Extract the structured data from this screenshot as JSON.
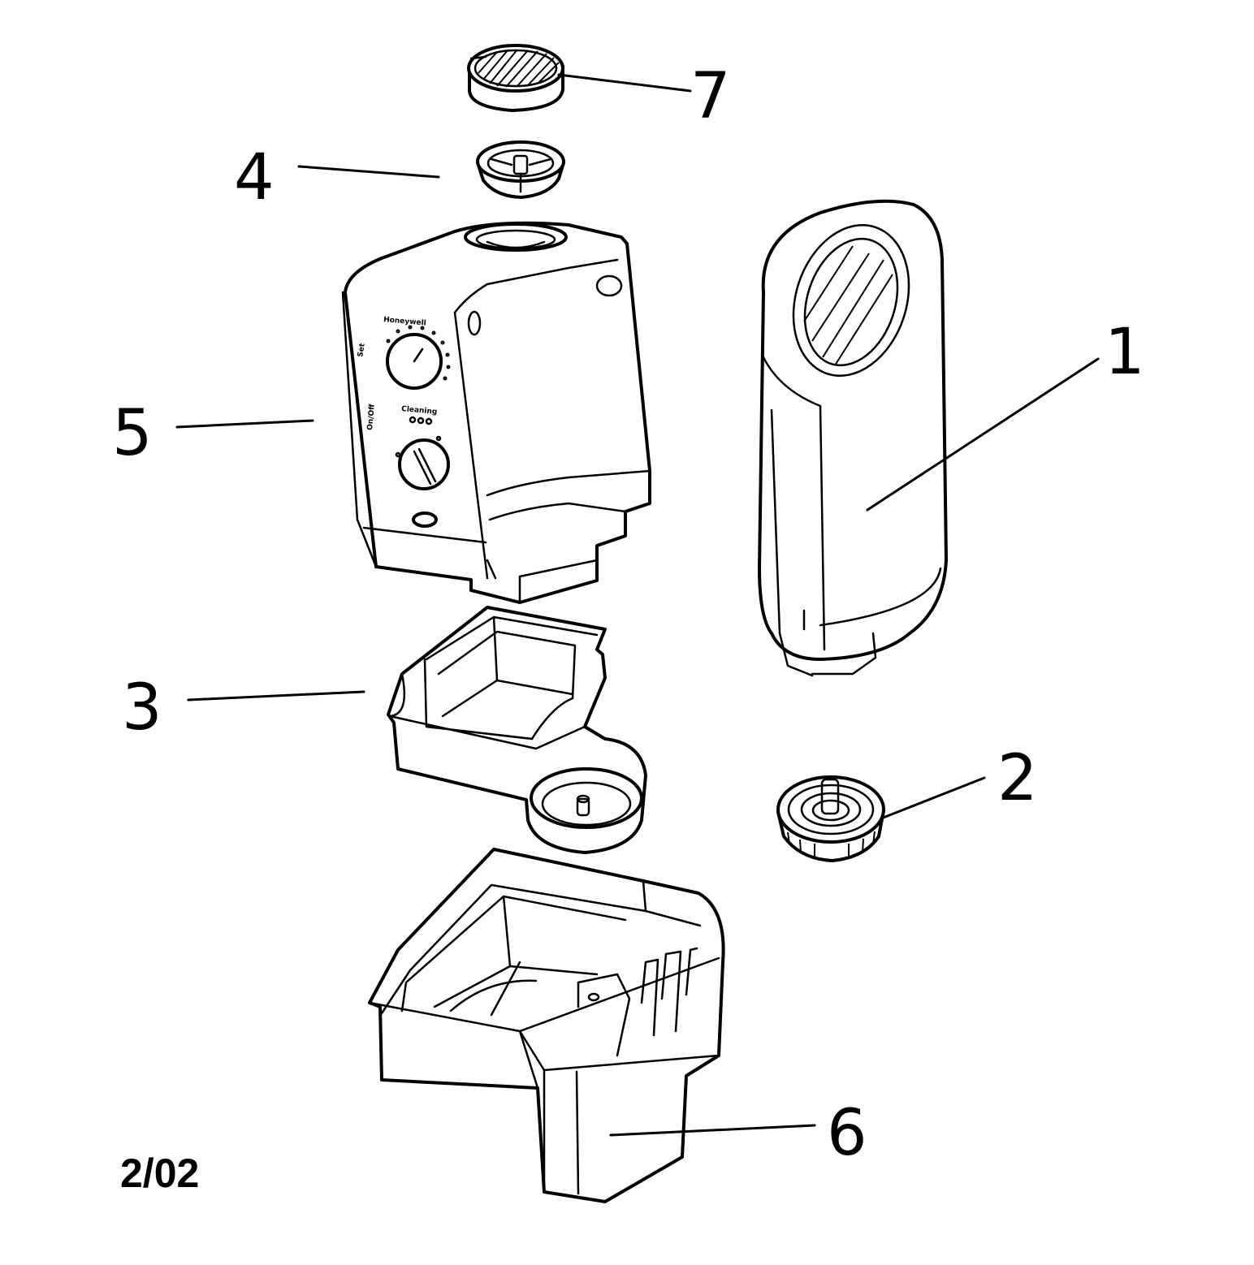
{
  "diagram": {
    "date_code": "2/02",
    "callouts": [
      {
        "id": "tank",
        "label": "1"
      },
      {
        "id": "tank-cap",
        "label": "2"
      },
      {
        "id": "water-tray",
        "label": "3"
      },
      {
        "id": "top-cap",
        "label": "4"
      },
      {
        "id": "control-housing",
        "label": "5"
      },
      {
        "id": "base",
        "label": "6"
      },
      {
        "id": "filter",
        "label": "7"
      }
    ],
    "housing_panel": {
      "brand": "Honeywell",
      "set_label": "Set",
      "power_label": "On/Off",
      "indicator_label": "Cleaning"
    }
  }
}
